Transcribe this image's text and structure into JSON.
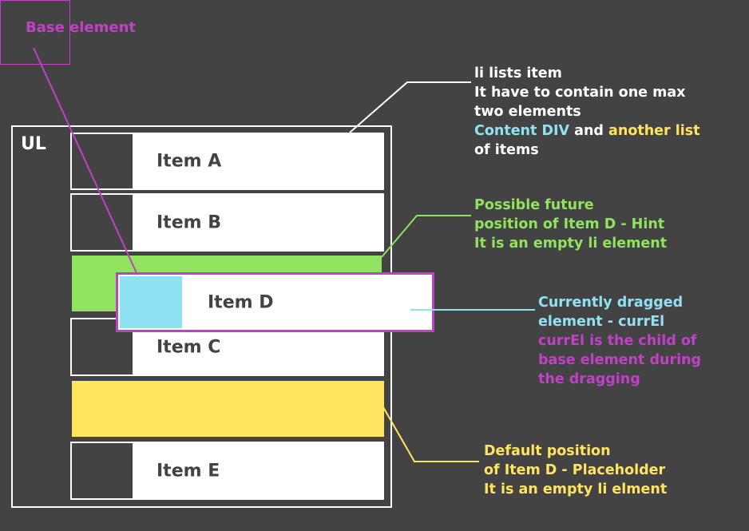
{
  "base_element": {
    "label": "Base element"
  },
  "ul": {
    "label": "UL"
  },
  "items": [
    {
      "label": "Item A"
    },
    {
      "label": "Item B"
    },
    {
      "label": "Item C"
    },
    {
      "label": "Item E"
    }
  ],
  "dragged": {
    "label": "Item D"
  },
  "notes": {
    "li": {
      "line1": "li lists item",
      "line2": "It have to contain one max",
      "line3": "two elements",
      "line4_content_div": "Content DIV",
      "line4_and": " and ",
      "line4_another_list": "another list",
      "line5": "of items"
    },
    "hint": {
      "line1": "Possible future",
      "line2": "position of Item D - Hint",
      "line3": "It is an empty li element"
    },
    "dragged": {
      "line1": "Currently dragged",
      "line2": "element - currEl",
      "line3": "currEl is the child of",
      "line4": "base element during",
      "line5": "the dragging"
    },
    "placeholder": {
      "line1": "Default position",
      "line2": "of Item D - Placeholder",
      "line3": "It is an empty li elment"
    }
  },
  "colors": {
    "background": "#434343",
    "base_element": "#c040c8",
    "content_div": "#90e2f3",
    "hint": "#90e35e",
    "placeholder": "#ffe45f",
    "item": "#ffffff"
  }
}
